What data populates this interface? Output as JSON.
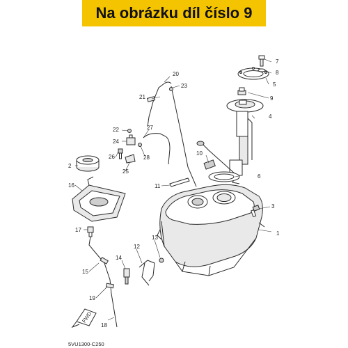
{
  "banner": {
    "text": "Na obrázku díl číslo 9",
    "color": "#f5c400"
  },
  "diagram_code": "5VU1300-C250",
  "fwd_label": "FWD",
  "callouts": [
    "1",
    "2",
    "3",
    "4",
    "5",
    "6",
    "7",
    "8",
    "9",
    "10",
    "11",
    "12",
    "13",
    "14",
    "15",
    "16",
    "17",
    "18",
    "19",
    "20",
    "21",
    "22",
    "23",
    "24",
    "25",
    "26",
    "27",
    "28"
  ]
}
